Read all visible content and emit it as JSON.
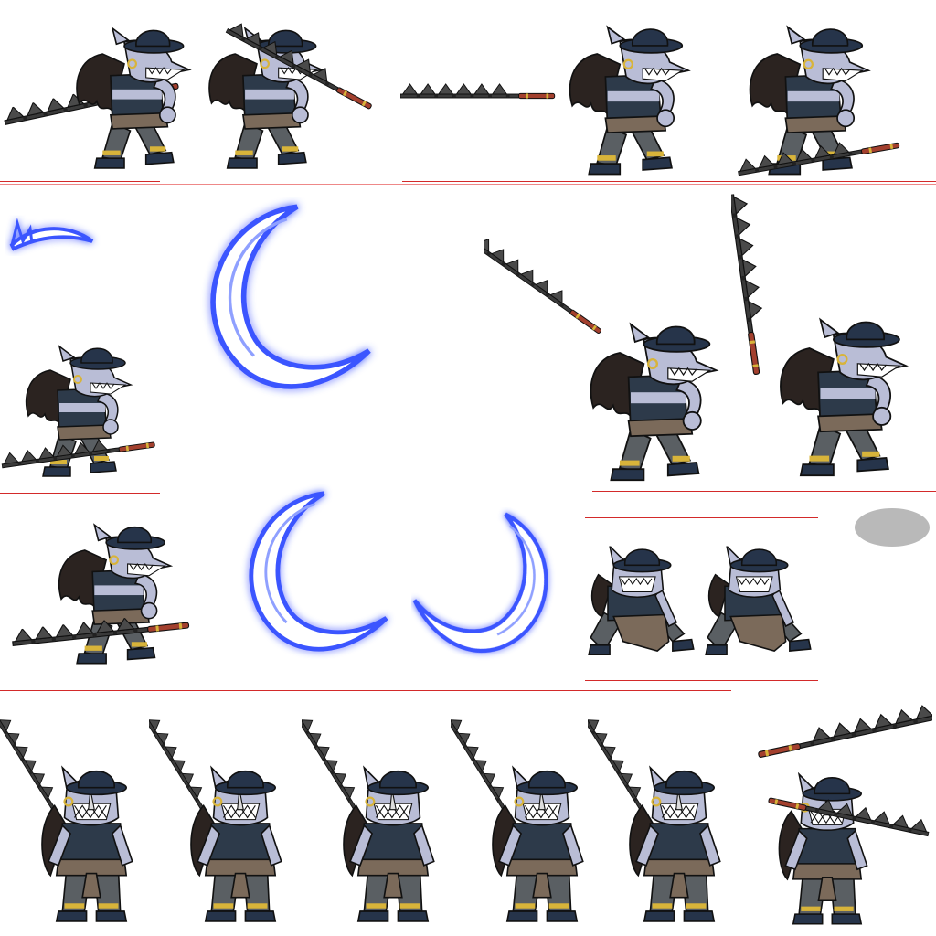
{
  "sheet": {
    "background": "#ffffff",
    "guide_color": "#d32a2a",
    "character_palette": {
      "skin": "#b9bdd6",
      "skin_shade": "#8f93b0",
      "hat": "#26344a",
      "hair": "#2b2320",
      "vest": "#2d3a4a",
      "sash": "#7b6a5a",
      "pants": "#5a5f63",
      "weapon_chain": "#3a3a3a",
      "weapon_spike": "#4a4a4a",
      "handle": "#a3402e",
      "handle_band": "#d8b43a",
      "outline": "#121212"
    },
    "effect_palette": {
      "core": "#ffffff",
      "glow": "#3b55ff",
      "glow_soft": "#8fa0ff"
    },
    "shadow_color": "#b9b9b9",
    "rows": [
      {
        "frames": [
          {
            "pose": "idle-weapon-on-shoulder",
            "facing": "right"
          },
          {
            "pose": "raise-weapon",
            "facing": "right"
          },
          {
            "pose": "thrust-weapon-left",
            "facing": "right"
          },
          {
            "pose": "lowered-weapon",
            "facing": "right"
          }
        ]
      },
      {
        "effects": [
          "slash-trail-small",
          "slash-crescent-large"
        ],
        "frames": [
          {
            "pose": "lowered-weapon",
            "facing": "right"
          },
          {
            "pose": "swing-overhead",
            "facing": "right"
          },
          {
            "pose": "weapon-vertical",
            "facing": "right"
          }
        ]
      },
      {
        "effects": [
          "slash-crescent-left",
          "slash-crescent-right"
        ],
        "frames": [
          {
            "pose": "lowered-weapon",
            "facing": "right"
          },
          {
            "pose": "crouch-hurt",
            "facing": "front"
          },
          {
            "pose": "crouch-hurt",
            "facing": "front"
          }
        ],
        "extras": [
          "shadow-ellipse"
        ]
      },
      {
        "frames": [
          {
            "pose": "idle-front",
            "facing": "front"
          },
          {
            "pose": "idle-front",
            "facing": "front"
          },
          {
            "pose": "idle-front",
            "facing": "front"
          },
          {
            "pose": "idle-front",
            "facing": "front"
          },
          {
            "pose": "idle-front",
            "facing": "front"
          },
          {
            "pose": "guard-weapon-horizontal",
            "facing": "front"
          }
        ],
        "extras": [
          "loose-weapon"
        ]
      }
    ]
  }
}
